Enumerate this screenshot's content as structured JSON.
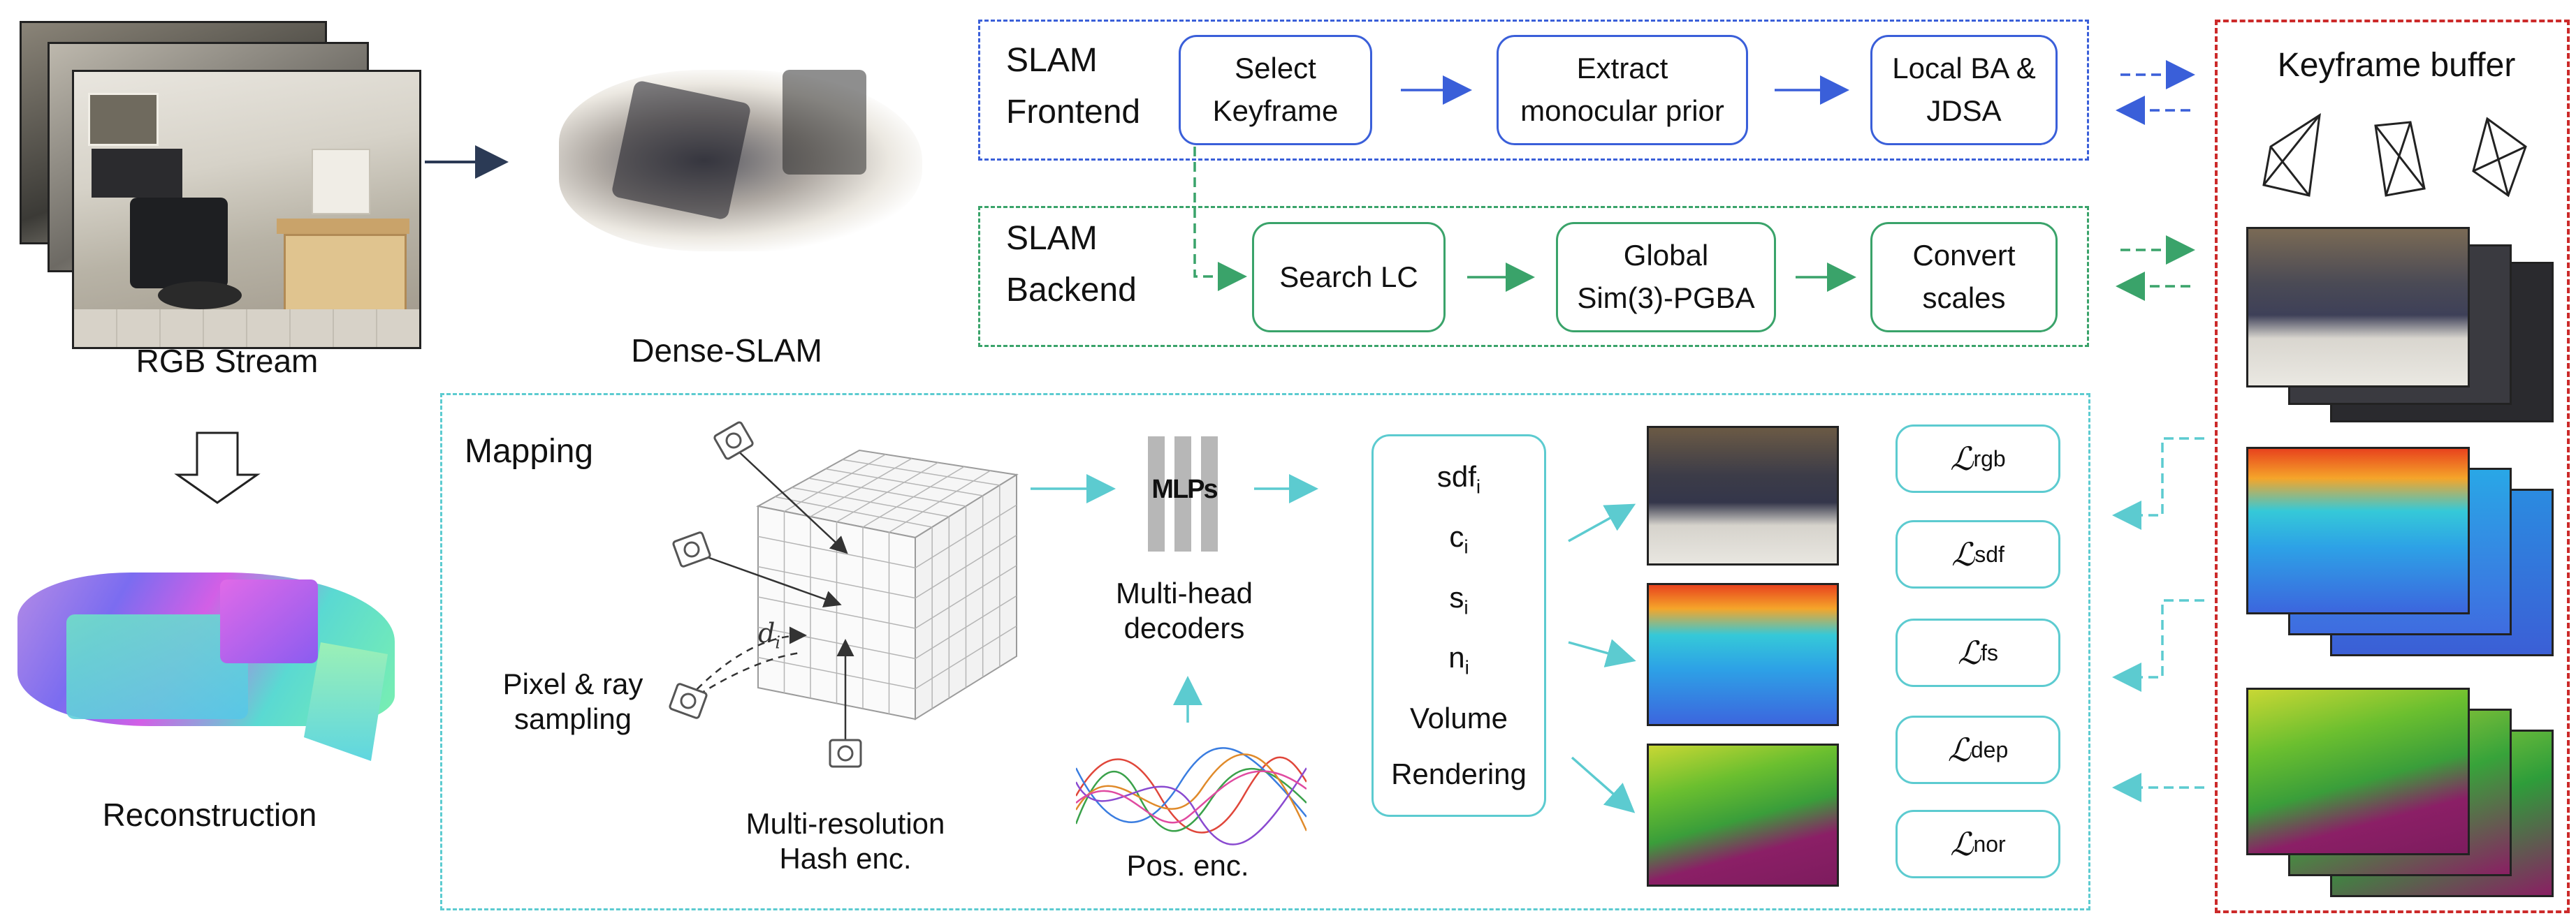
{
  "input": {
    "label": "RGB Stream"
  },
  "dense_slam": {
    "label": "Dense-SLAM"
  },
  "reconstruction": {
    "label": "Reconstruction"
  },
  "frontend": {
    "title_line1": "SLAM",
    "title_line2": "Frontend",
    "steps": [
      {
        "line1": "Select",
        "line2": "Keyframe"
      },
      {
        "line1": "Extract",
        "line2": "monocular prior"
      },
      {
        "line1": "Local BA &",
        "line2": "JDSA"
      }
    ]
  },
  "backend": {
    "title_line1": "SLAM",
    "title_line2": "Backend",
    "steps": [
      {
        "line1": "Search LC",
        "line2": ""
      },
      {
        "line1": "Global",
        "line2": "Sim(3)-PGBA"
      },
      {
        "line1": "Convert",
        "line2": "scales"
      }
    ]
  },
  "keyframe_buffer": {
    "title": "Keyframe buffer"
  },
  "mapping": {
    "title": "Mapping",
    "pixel_ray": {
      "line1": "Pixel & ray",
      "line2": "sampling"
    },
    "hash_enc": {
      "line1": "Multi-resolution",
      "line2": "Hash enc."
    },
    "depth_symbol": "d",
    "depth_sub": "i",
    "mlp_label": "MLPs",
    "decoders": {
      "line1": "Multi-head",
      "line2": "decoders"
    },
    "pos_enc": "Pos. enc.",
    "outputs": [
      {
        "base": "sdf",
        "sub": "i"
      },
      {
        "base": "c",
        "sub": "i"
      },
      {
        "base": "s",
        "sub": "i"
      },
      {
        "base": "n",
        "sub": "i"
      },
      {
        "base": "Volume",
        "sub": ""
      },
      {
        "base": "Rendering",
        "sub": ""
      }
    ],
    "losses": [
      {
        "symbol": "L",
        "sub": "rgb"
      },
      {
        "symbol": "L",
        "sub": "sdf"
      },
      {
        "symbol": "L",
        "sub": "fs"
      },
      {
        "symbol": "L",
        "sub": "dep"
      },
      {
        "symbol": "L",
        "sub": "nor"
      }
    ]
  },
  "colors": {
    "frontend": "#3a5fd9",
    "backend": "#3aa36a",
    "mapping": "#5ccbd0",
    "keyframe_buffer": "#cc2a2a",
    "arrow_dark": "#2b3a55"
  }
}
